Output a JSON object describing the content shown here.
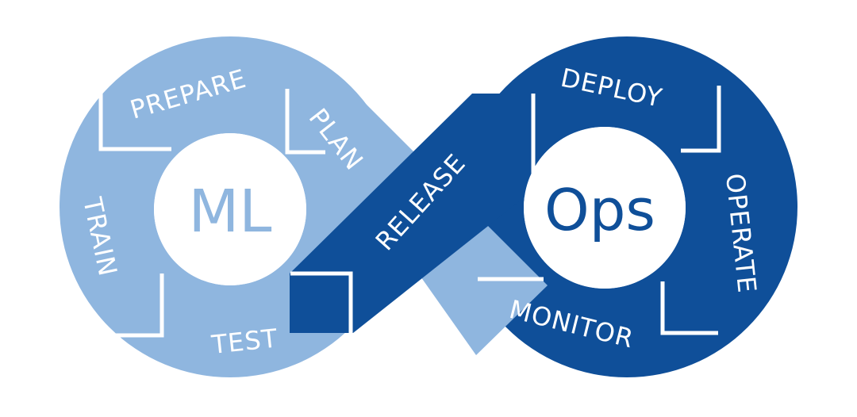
{
  "colors": {
    "ml_light": "#8fb6df",
    "ops_dark": "#0f4f99",
    "divider": "#ffffff",
    "background": "#ffffff"
  },
  "center": {
    "left": "ML",
    "right": "Ops"
  },
  "stages": {
    "prepare": "PREPARE",
    "plan": "PLAN",
    "train": "TRAIN",
    "test": "TEST",
    "release": "RELEASE",
    "deploy": "DEPLOY",
    "operate": "OPERATE",
    "monitor": "MONITOR"
  }
}
